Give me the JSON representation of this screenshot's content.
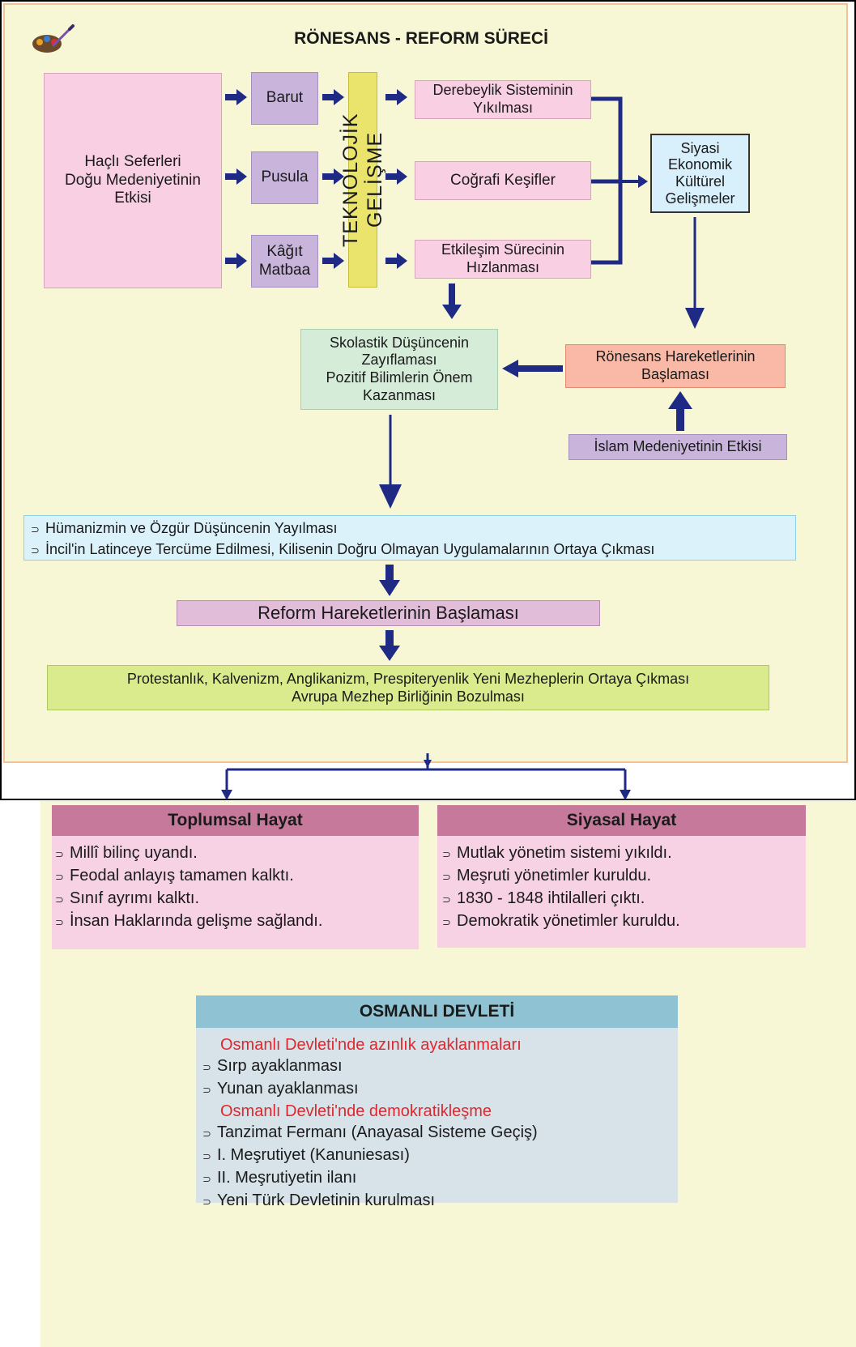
{
  "title": "RÖNESANS - REFORM SÜRECİ",
  "colors": {
    "arrow": "#1f2a85",
    "background": "#f7f7d5",
    "red_text": "#e0262e"
  },
  "boxes": {
    "source": "Haçlı Seferleri\nDoğu Medeniyetinin\nEtkisi",
    "barut": "Barut",
    "pusula": "Pusula",
    "kagit": "Kâğıt\nMatbaa",
    "tech": "TEKNOLOJİK GELİŞME",
    "derebeylik": "Derebeylik Sisteminin\nYıkılması",
    "kesifler": "Coğrafi Keşifler",
    "etkilesim": "Etkileşim Sürecinin\nHızlanması",
    "siyasi": "Siyasi\nEkonomik\nKültürel\nGelişmeler",
    "skolastik": "Skolastik Düşüncenin\nZayıflaması\nPozitif Bilimlerin Önem\nKazanması",
    "ronesans": "Rönesans Hareketlerinin\nBaşlaması",
    "islam": "İslam Medeniyetinin Etkisi",
    "humanizm": [
      "Hümanizmin ve Özgür Düşüncenin Yayılması",
      "İncil'in Latinceye Tercüme Edilmesi, Kilisenin Doğru Olmayan Uygulamalarının Ortaya Çıkması"
    ],
    "reform": "Reform Hareketlerinin Başlaması",
    "mezhep": "Protestanlık, Kalvenizm, Anglikanizm, Prespiteryenlik Yeni Mezheplerin Ortaya Çıkması\nAvrupa Mezhep Birliğinin Bozulması"
  },
  "toplumsal": {
    "title": "Toplumsal Hayat",
    "items": [
      "Millî bilinç uyandı.",
      "Feodal anlayış tamamen kalktı.",
      "Sınıf ayrımı kalktı.",
      "İnsan Haklarında gelişme sağlandı."
    ]
  },
  "siyasal": {
    "title": "Siyasal Hayat",
    "items": [
      "Mutlak yönetim sistemi yıkıldı.",
      "Meşruti yönetimler kuruldu.",
      "1830 - 1848 ihtilalleri çıktı.",
      "Demokratik yönetimler kuruldu."
    ]
  },
  "osmanli": {
    "title": "OSMANLI DEVLETİ",
    "heading1": "Osmanlı Devleti'nde azınlık ayaklanmaları",
    "group1": [
      "Sırp ayaklanması",
      "Yunan ayaklanması"
    ],
    "heading2": "Osmanlı Devleti'nde demokratikleşme",
    "group2": [
      "Tanzimat Fermanı (Anayasal Sisteme Geçiş)",
      "I. Meşrutiyet (Kanuniesası)",
      "II. Meşrutiyetin ilanı",
      "Yeni Türk Devletinin kurulması"
    ]
  }
}
